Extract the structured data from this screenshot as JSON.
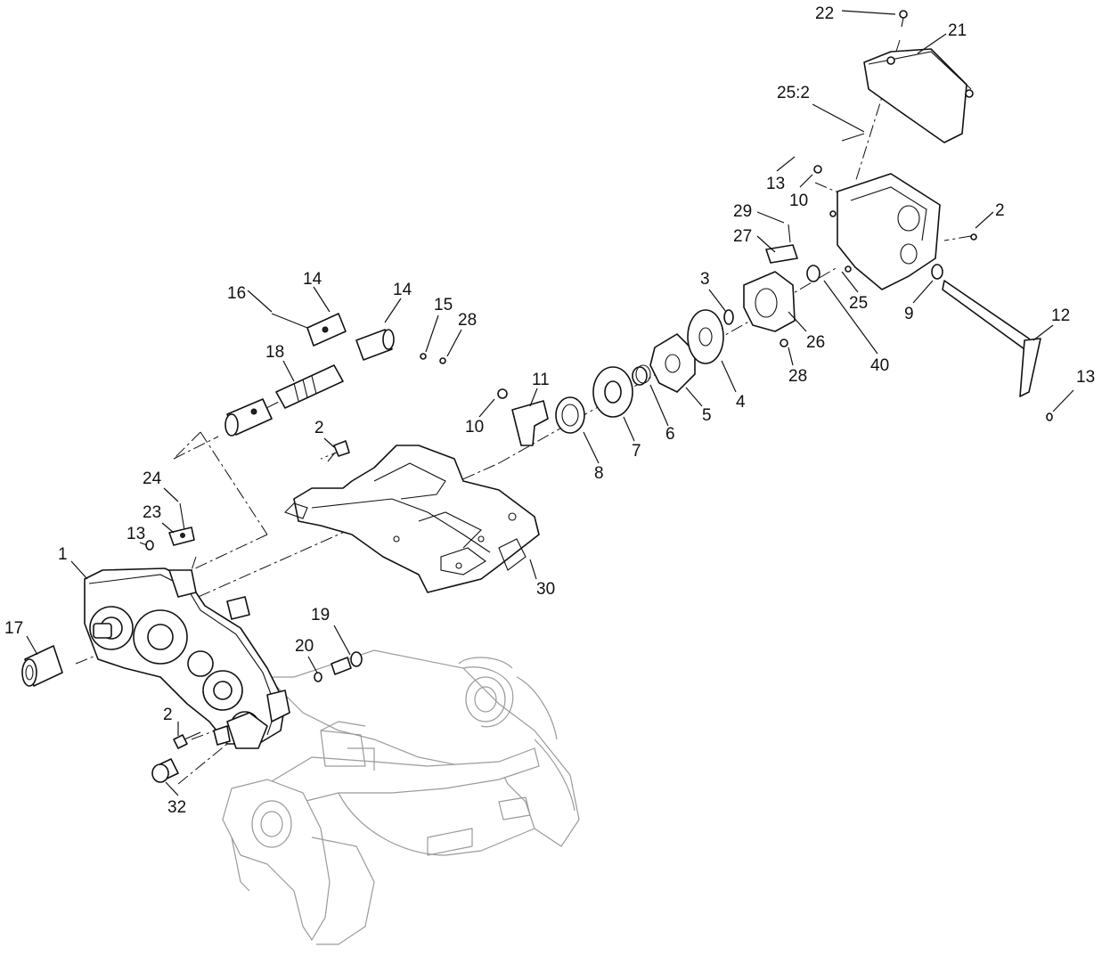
{
  "callouts": [
    {
      "id": "c1",
      "label": "22"
    },
    {
      "id": "c2",
      "label": "21"
    },
    {
      "id": "c3",
      "label": "25:2"
    },
    {
      "id": "c4",
      "label": "13"
    },
    {
      "id": "c5",
      "label": "10"
    },
    {
      "id": "c6",
      "label": "29"
    },
    {
      "id": "c7",
      "label": "2"
    },
    {
      "id": "c8",
      "label": "27"
    },
    {
      "id": "c9",
      "label": "25"
    },
    {
      "id": "c10",
      "label": "3"
    },
    {
      "id": "c11",
      "label": "9"
    },
    {
      "id": "c12",
      "label": "12"
    },
    {
      "id": "c13",
      "label": "26"
    },
    {
      "id": "c14",
      "label": "40"
    },
    {
      "id": "c15",
      "label": "28"
    },
    {
      "id": "c16",
      "label": "13"
    },
    {
      "id": "c17",
      "label": "4"
    },
    {
      "id": "c18",
      "label": "5"
    },
    {
      "id": "c19",
      "label": "6"
    },
    {
      "id": "c20",
      "label": "7"
    },
    {
      "id": "c21",
      "label": "8"
    },
    {
      "id": "c22",
      "label": "11"
    },
    {
      "id": "c23",
      "label": "10"
    },
    {
      "id": "c24",
      "label": "16"
    },
    {
      "id": "c25",
      "label": "14"
    },
    {
      "id": "c26",
      "label": "14"
    },
    {
      "id": "c27",
      "label": "15"
    },
    {
      "id": "c28",
      "label": "28"
    },
    {
      "id": "c29",
      "label": "18"
    },
    {
      "id": "c30",
      "label": "2"
    },
    {
      "id": "c31",
      "label": "24"
    },
    {
      "id": "c32",
      "label": "23"
    },
    {
      "id": "c33",
      "label": "13"
    },
    {
      "id": "c34",
      "label": "1"
    },
    {
      "id": "c35",
      "label": "30"
    },
    {
      "id": "c36",
      "label": "17"
    },
    {
      "id": "c37",
      "label": "19"
    },
    {
      "id": "c38",
      "label": "20"
    },
    {
      "id": "c39",
      "label": "2"
    },
    {
      "id": "c40",
      "label": "32"
    }
  ]
}
